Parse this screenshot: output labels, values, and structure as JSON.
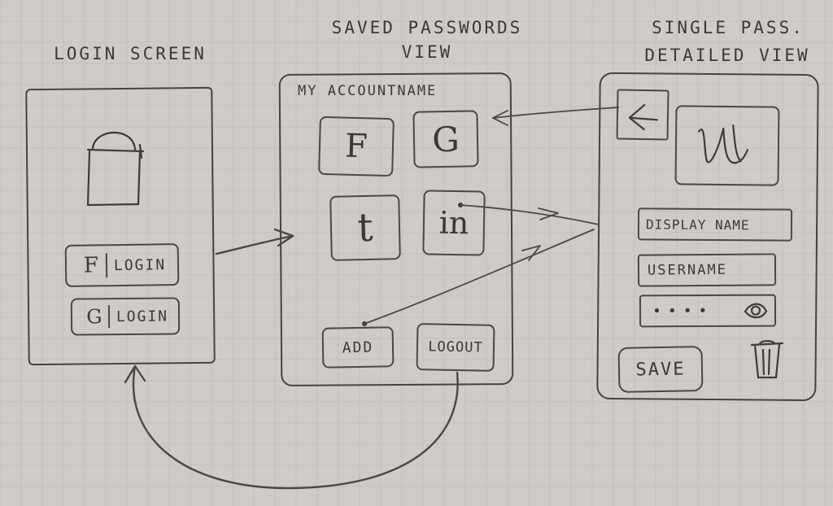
{
  "screens": {
    "login": {
      "title": "LOGIN SCREEN",
      "lock_icon": "padlock-icon",
      "facebook_button": {
        "glyph": "F",
        "label": "LOGIN"
      },
      "google_button": {
        "glyph": "G",
        "label": "LOGIN"
      }
    },
    "saved_passwords": {
      "title_line1": "SAVED PASSWORDS",
      "title_line2": "VIEW",
      "account_name": "MY ACCOUNTNAME",
      "tiles": [
        {
          "icon": "facebook-icon",
          "glyph": "F"
        },
        {
          "icon": "google-icon",
          "glyph": "G"
        },
        {
          "icon": "tumblr-icon",
          "glyph": "t"
        },
        {
          "icon": "linkedin-icon",
          "glyph": "in"
        }
      ],
      "add_label": "ADD",
      "logout_label": "LOGOUT"
    },
    "single_pass": {
      "title_line1": "SINGLE PASS.",
      "title_line2": "DETAILED VIEW",
      "back_icon": "back-arrow-icon",
      "logo_icon": "site-logo-icon",
      "display_name_label": "DISPLAY NAME",
      "username_label": "USERNAME",
      "password_mask": "••••",
      "reveal_icon": "eye-icon",
      "save_label": "SAVE",
      "delete_icon": "trash-icon"
    }
  },
  "colors": {
    "paper": "#cfcbc7",
    "pencil": "#3e3b39",
    "grid": "#bdb8b3"
  }
}
